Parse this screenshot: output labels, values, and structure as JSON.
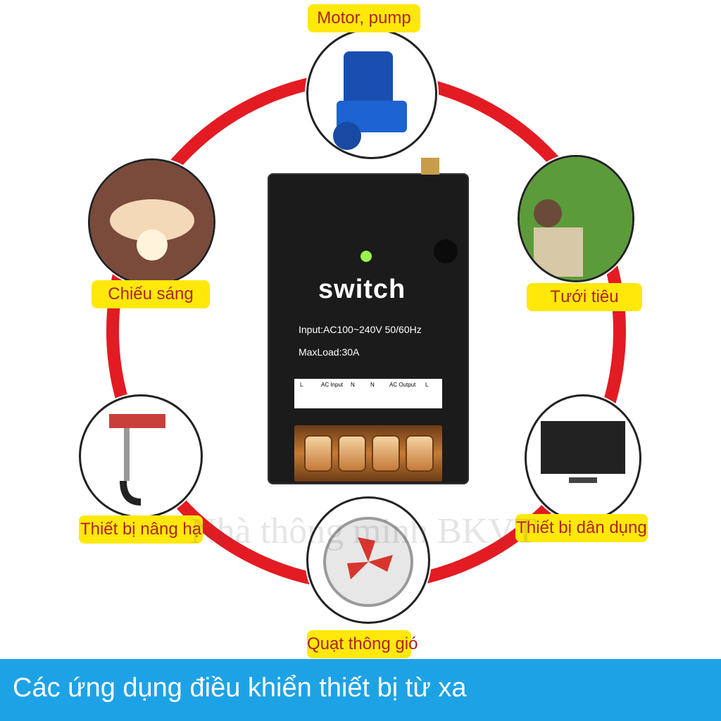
{
  "labels": {
    "motor": "Motor, pump",
    "lighting": "Chiếu sáng",
    "irrigation": "Tưới tiêu",
    "lifting": "Thiết bị nâng hạ",
    "household": "Thiết bị dân dụng",
    "fan": "Quạt thông gió"
  },
  "device": {
    "brand": "switch",
    "input": "Input:AC100~240V 50/60Hz",
    "maxload": "MaxLoad:30A",
    "terminal_labels": [
      "L",
      "AC Input",
      "N",
      "N",
      "AC Output",
      "L"
    ]
  },
  "footer": {
    "text": "Các ứng dụng điều khiển thiết bị từ xa"
  },
  "watermark": "Nhà thông minh BKVT",
  "colors": {
    "ring": "#e31b23",
    "label_bg": "#ffe80a",
    "label_text": "#b22222",
    "footer_bg": "#1ea2e6"
  }
}
